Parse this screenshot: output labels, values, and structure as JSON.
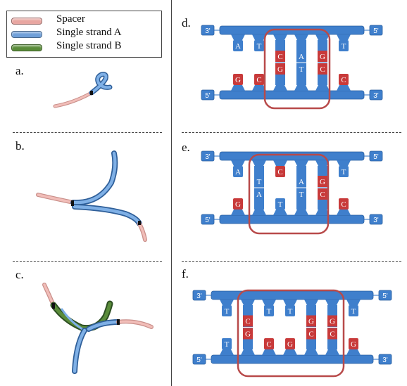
{
  "legend": {
    "items": [
      {
        "label": "Spacer",
        "color": "#e8a6a1"
      },
      {
        "label": "Single strand A",
        "color": "#6f9fd8"
      },
      {
        "label": "Single strand B",
        "color": "#5a8c3a"
      }
    ]
  },
  "panels": {
    "a": "a.",
    "b": "b.",
    "c": "c.",
    "d": "d.",
    "e": "e.",
    "f": "f."
  },
  "ladders": [
    {
      "id": "d",
      "end_top_left": "3'",
      "end_top_right": "5'",
      "end_bottom_left": "5'",
      "end_bottom_right": "3'",
      "top": [
        "A",
        "T",
        "C",
        "A",
        "G",
        "T"
      ],
      "bottom": [
        "G",
        "C",
        "G",
        "T",
        "C",
        "C"
      ],
      "paired": [
        false,
        false,
        true,
        true,
        true,
        false
      ]
    },
    {
      "id": "e",
      "end_top_left": "3'",
      "end_top_right": "5'",
      "end_bottom_left": "5'",
      "end_bottom_right": "3'",
      "top": [
        "A",
        "T",
        "C",
        "A",
        "G",
        "T"
      ],
      "bottom": [
        "G",
        "A",
        "T",
        "T",
        "C",
        "C"
      ],
      "paired": [
        false,
        true,
        false,
        true,
        true,
        false
      ]
    },
    {
      "id": "f",
      "end_top_left": "3'",
      "end_top_right": "5'",
      "end_bottom_left": "5'",
      "end_bottom_right": "3'",
      "top": [
        "T",
        "C",
        "T",
        "T",
        "G",
        "G",
        "T"
      ],
      "bottom": [
        "T",
        "G",
        "C",
        "G",
        "C",
        "C",
        "G"
      ],
      "paired": [
        false,
        true,
        false,
        false,
        true,
        true,
        false
      ]
    }
  ],
  "colors": {
    "blue": "#3f7fcc",
    "red": "#c83a3a",
    "highlight": "#b84a4a",
    "spacer": "#e8a6a1",
    "strandA": "#6f9fd8",
    "strandB": "#5a8c3a"
  }
}
